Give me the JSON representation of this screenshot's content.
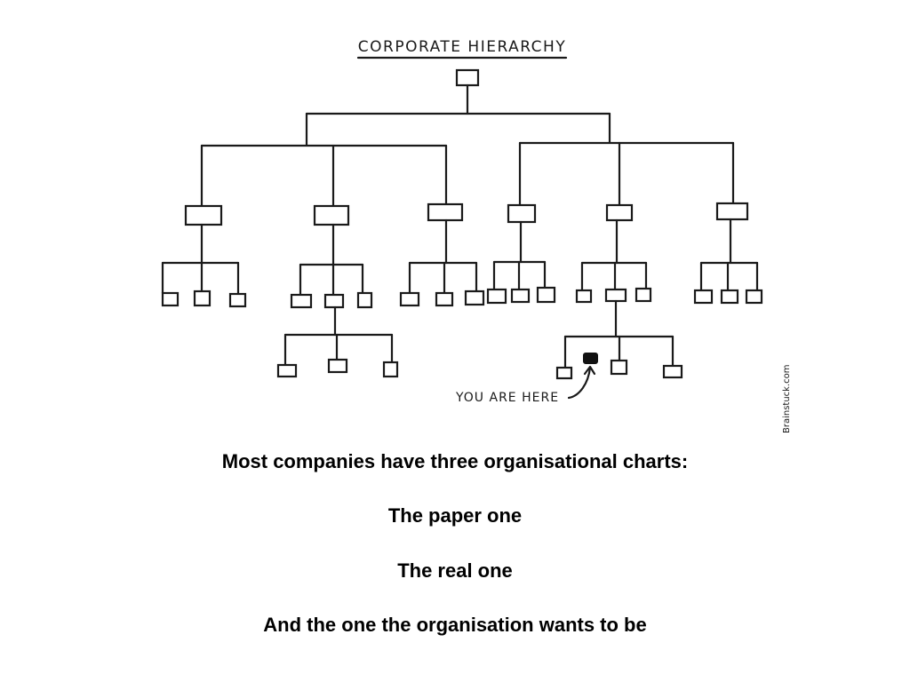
{
  "diagram": {
    "title": "CORPORATE HIERARCHY",
    "pointer_label": "YOU ARE HERE",
    "credit": "Brainstuck.com"
  },
  "captions": {
    "line1": "Most companies have three organisational charts:",
    "line2": "The paper one",
    "line3": "The real one",
    "line4": "And the one the organisation wants to be"
  }
}
